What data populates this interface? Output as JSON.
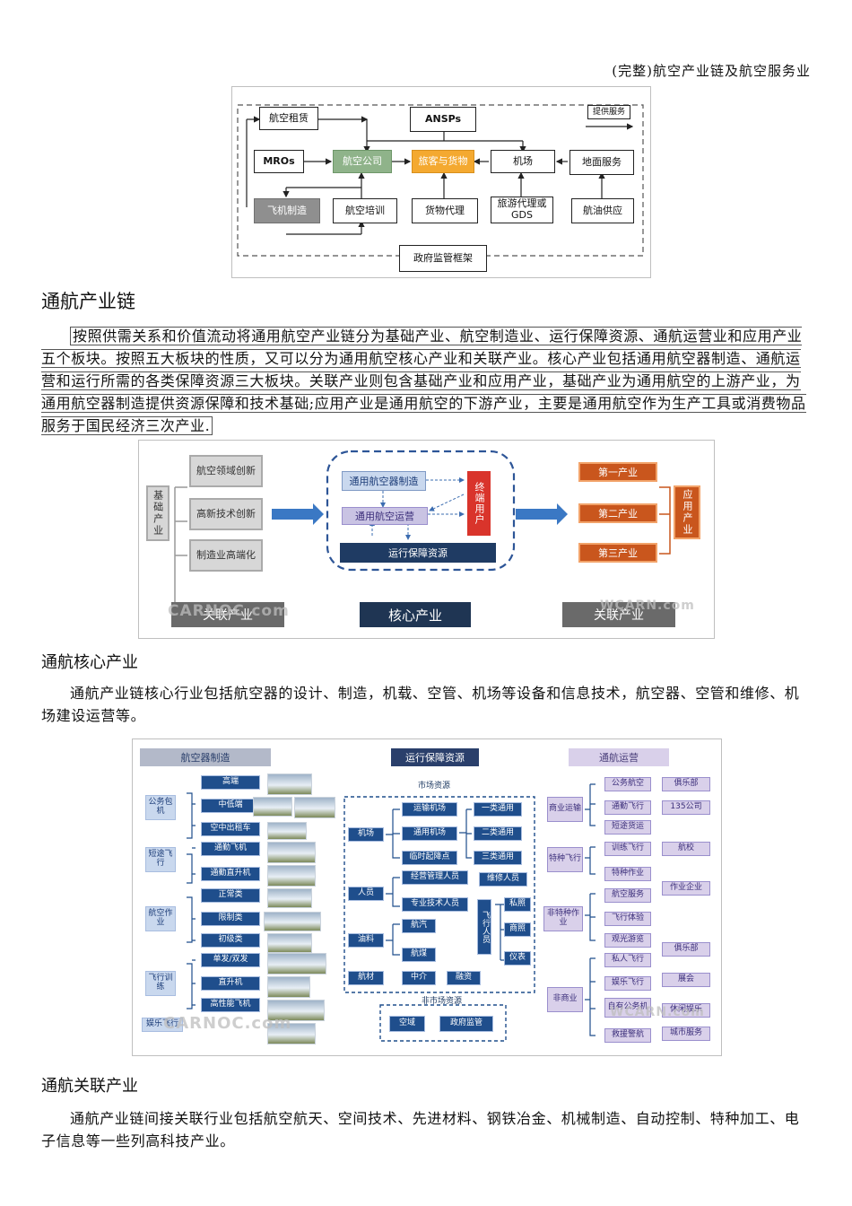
{
  "header": {
    "title": "(完整)航空产业链及航空服务业"
  },
  "figure1": {
    "legend": "提供服务",
    "boxes": {
      "leasing": "航空租赁",
      "ansps": "ANSPs",
      "mros": "MROs",
      "airline": "航空公司",
      "passenger": "旅客与货物",
      "airport": "机场",
      "ground": "地面服务",
      "manufacturing": "飞机制造",
      "training": "航空培训",
      "freight": "货物代理",
      "travel": "旅游代理或GDS",
      "fuel": "航油供应",
      "regulator": "政府监管框架"
    }
  },
  "section1": {
    "title": "通航产业链",
    "paragraph": "按照供需关系和价值流动将通用航空产业链分为基础产业、航空制造业、运行保障资源、通航运营业和应用产业五个板块。按照五大板块的性质，又可以分为通用航空核心产业和关联产业。核心产业包括通用航空器制造、通航运营和运行所需的各类保障资源三大板块。关联产业则包含基础产业和应用产业，基础产业为通用航空的上游产业，为通用航空器制造提供资源保障和技术基础;应用产业是通用航空的下游产业，主要是通用航空作为生产工具或消费物品服务于国民经济三次产业."
  },
  "figure2": {
    "base_label": "基础产业",
    "base_items": [
      "航空领域创新",
      "高新技术创新",
      "制造业高端化"
    ],
    "core_items": {
      "manufacturing": "通用航空器制造",
      "operation": "通用航空运营",
      "support": "运行保障资源",
      "end_user": "终端用户"
    },
    "apply_items": [
      "第一产业",
      "第二产业",
      "第三产业"
    ],
    "apply_label": "应用产业",
    "bottom": {
      "left": "关联产业",
      "center": "核心产业",
      "right": "关联产业"
    },
    "watermark_left": "CARNOC.com",
    "watermark_right": "WCARN.com"
  },
  "section2": {
    "title": "通航核心产业",
    "paragraph": "通航产业链核心行业包括航空器的设计、制造，机载、空管、机场等设备和信息技术，航空器、空管和维修、机场建设运营等。"
  },
  "figure3": {
    "headers": {
      "left": "航空器制造",
      "mid": "运行保障资源",
      "right": "通航运营"
    },
    "left_groups": [
      "公务包机",
      "短途飞行",
      "航空作业",
      "飞行训练",
      "娱乐飞行"
    ],
    "left_items": [
      "高端",
      "中低端",
      "空中出租车",
      "通勤飞机",
      "通勤直升机",
      "正常类",
      "限制类",
      "初级类",
      "单发/双发",
      "直升机",
      "高性能飞机"
    ],
    "mid": {
      "market": "市场资源",
      "nonmarket": "非市场资源",
      "airport": "机场",
      "airport_items": [
        "运输机场",
        "通用机场",
        "临时起降点"
      ],
      "class_items": [
        "一类通用",
        "二类通用",
        "三类通用"
      ],
      "personnel": "人员",
      "personnel_items": [
        "经营管理人员",
        "专业技术人员"
      ],
      "maint": "维修人员",
      "pilot": "飞行人员",
      "licenses": [
        "私照",
        "商照",
        "仪表"
      ],
      "fuel": "油料",
      "fuel_items": [
        "航汽",
        "航煤"
      ],
      "material": "航材",
      "material_items": [
        "中介",
        "融资"
      ],
      "airspace": "空域",
      "gov": "政府监管"
    },
    "right_groups": [
      "商业运输",
      "特种飞行",
      "非特种作业",
      "非商业"
    ],
    "right_items": [
      "公务航空",
      "通勤飞行",
      "短途货运",
      "训练飞行",
      "特种作业",
      "航空服务",
      "飞行体验",
      "观光游览",
      "私人飞行",
      "娱乐飞行",
      "自有公务机",
      "救援警航"
    ],
    "far_right": [
      "俱乐部",
      "135公司",
      "航校",
      "作业企业",
      "俱乐部",
      "展会",
      "休闲娱乐",
      "城市服务"
    ],
    "watermark_left": "CARNOC.com",
    "watermark_right": "WCARN.com"
  },
  "section3": {
    "title": "通航关联产业",
    "paragraph": "通航产业链间接关联行业包括航空航天、空间技术、先进材料、钢铁冶金、机械制造、自动控制、特种加工、电子信息等一些列高科技产业。"
  }
}
